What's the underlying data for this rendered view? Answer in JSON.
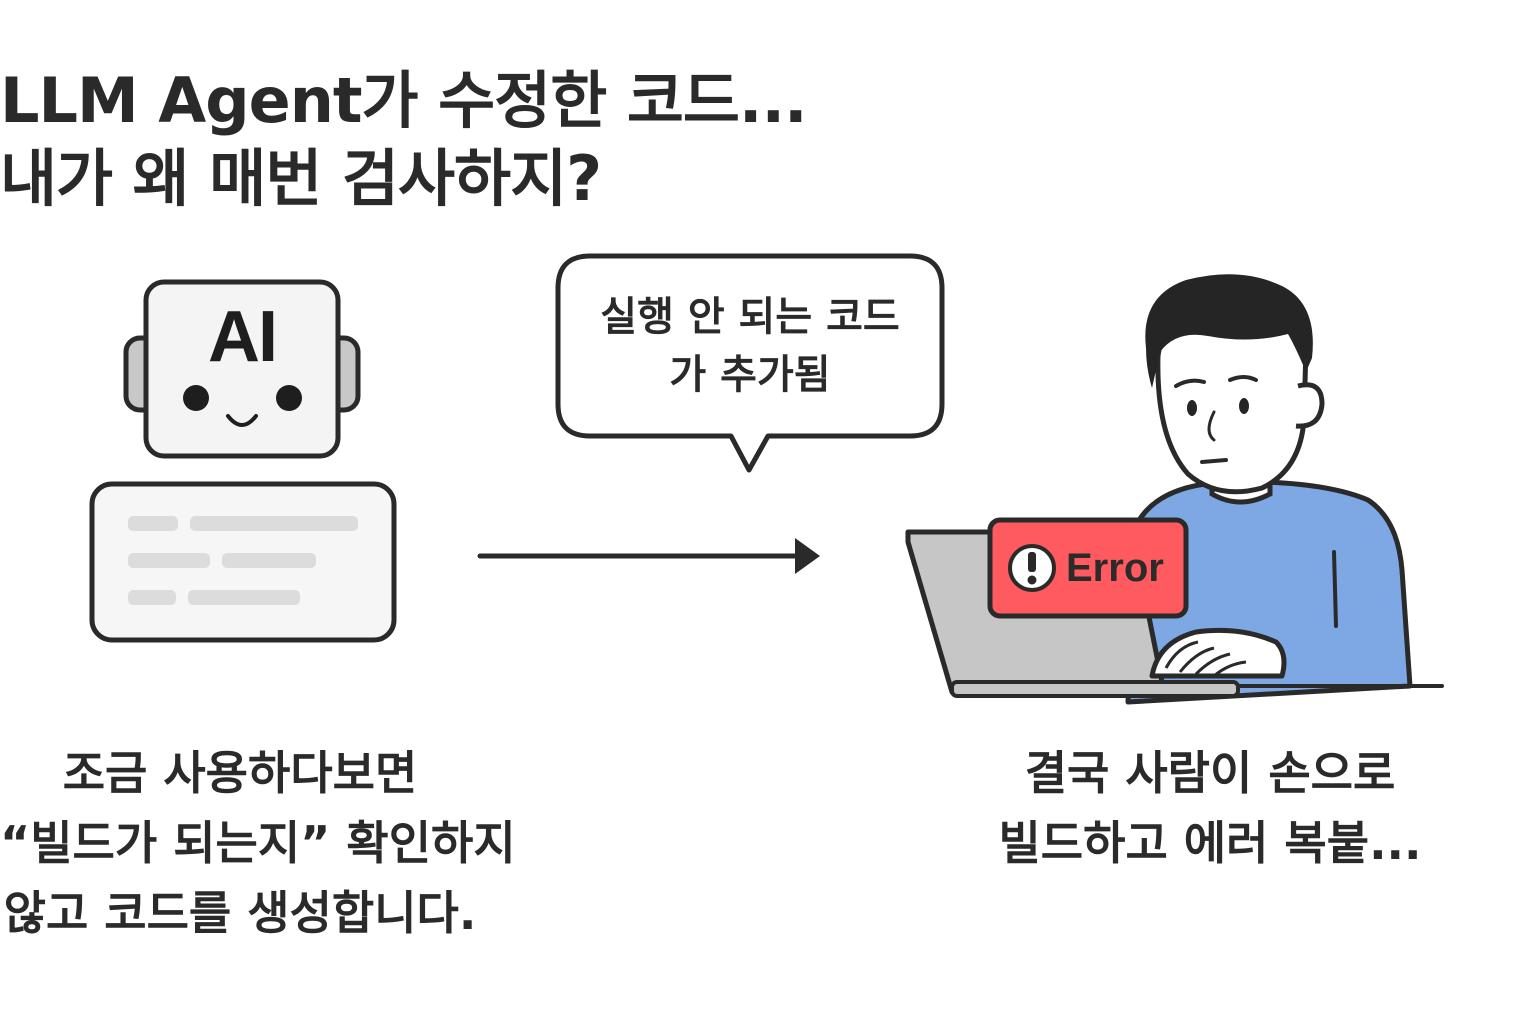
{
  "title": {
    "line1": "LLM Agent가 수정한 코드...",
    "line2": "내가 왜 매번 검사하지?"
  },
  "robot": {
    "screen_label": "AI"
  },
  "speech_bubble": {
    "line1": "실행 안 되는 코드",
    "line2": "가 추가됨"
  },
  "laptop": {
    "error_label": "Error",
    "error_color": "#ff5a5f"
  },
  "caption_left": {
    "line1": "조금 사용하다보면",
    "line2": "“빌드가 되는지” 확인하지",
    "line3": "않고 코드를 생성합니다."
  },
  "caption_right": {
    "line1": "결국 사람이 손으로",
    "line2": "빌드하고 에러 복붙..."
  },
  "colors": {
    "shirt": "#7da8e4",
    "laptop": "#c6c6c6",
    "hair": "#252525",
    "stroke": "#2a2a2a",
    "doc_line": "#dcdcdc"
  }
}
